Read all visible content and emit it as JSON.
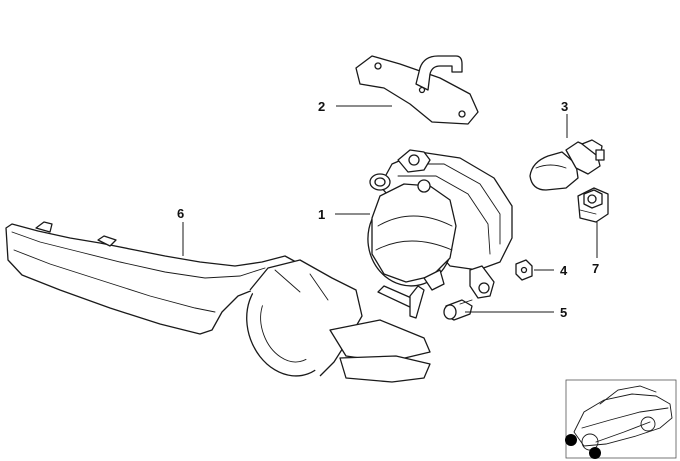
{
  "callouts": [
    {
      "id": "1",
      "label": "1"
    },
    {
      "id": "2",
      "label": "2"
    },
    {
      "id": "3",
      "label": "3"
    },
    {
      "id": "4",
      "label": "4"
    },
    {
      "id": "5",
      "label": "5"
    },
    {
      "id": "6",
      "label": "6"
    },
    {
      "id": "7",
      "label": "7"
    }
  ],
  "parts": {
    "fog_light": "1",
    "mounting_bracket": "2",
    "bulb": "3",
    "clip_nut": "4",
    "screw": "5",
    "trim_cover": "6",
    "bulb_socket": "7"
  },
  "thumbnail": {
    "icon": "car-outline-icon"
  }
}
